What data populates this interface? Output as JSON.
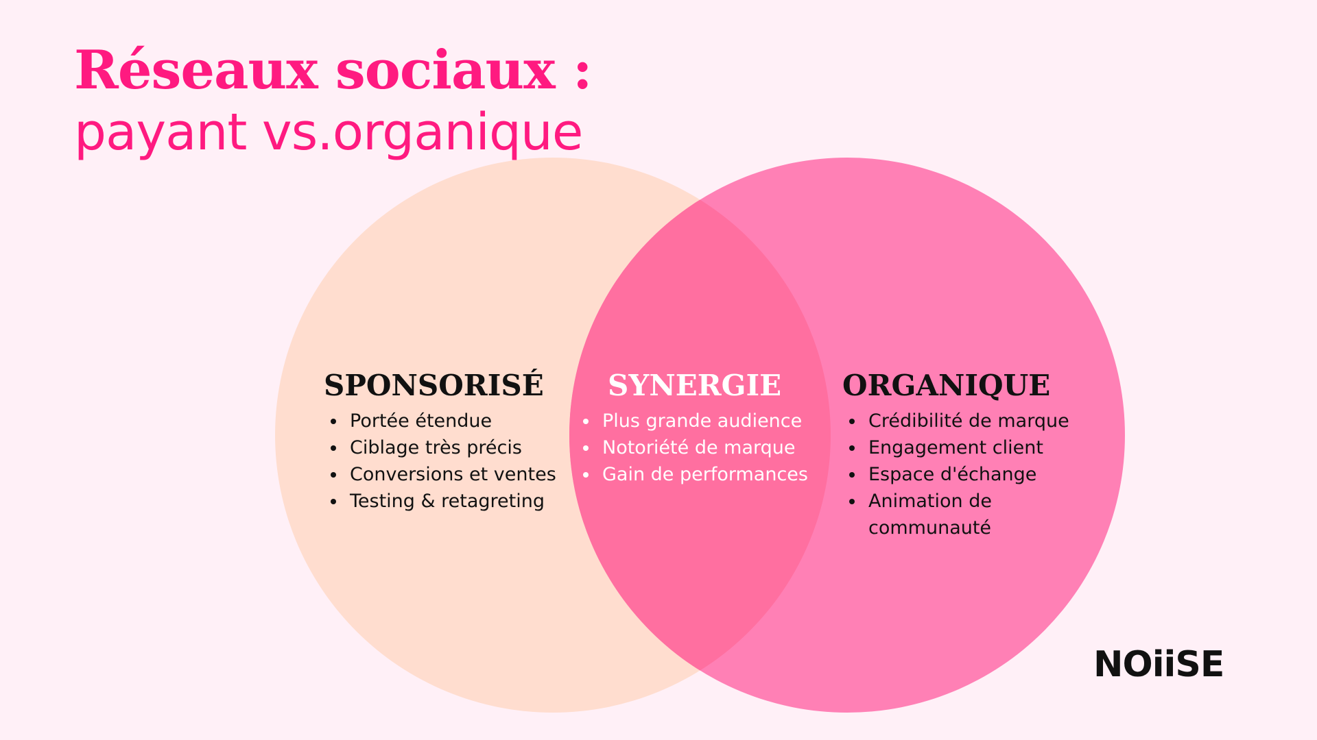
{
  "title": {
    "line1": "Réseaux sociaux :",
    "line2": "payant vs.organique"
  },
  "colors": {
    "background": "#FFF0F7",
    "title_accent": "#FF1A80",
    "left_circle": "#FFDDCF",
    "right_circle": "#FF80B5",
    "overlap": "#FF6FA0",
    "dark_text": "#111111",
    "light_text": "#FFFFFF"
  },
  "venn": {
    "left": {
      "heading": "SPONSORISÉ",
      "items": [
        "Portée étendue",
        "Ciblage très précis",
        "Conversions et ventes",
        "Testing & retagreting"
      ]
    },
    "center": {
      "heading": "SYNERGIE",
      "items": [
        "Plus grande audience",
        "Notoriété de marque",
        "Gain de performances"
      ]
    },
    "right": {
      "heading": "ORGANIQUE",
      "items": [
        "Crédibilité de marque",
        "Engagement client",
        "Espace d'échange",
        "Animation de",
        "communauté"
      ]
    }
  },
  "logo": {
    "text": "NOiiSE"
  }
}
